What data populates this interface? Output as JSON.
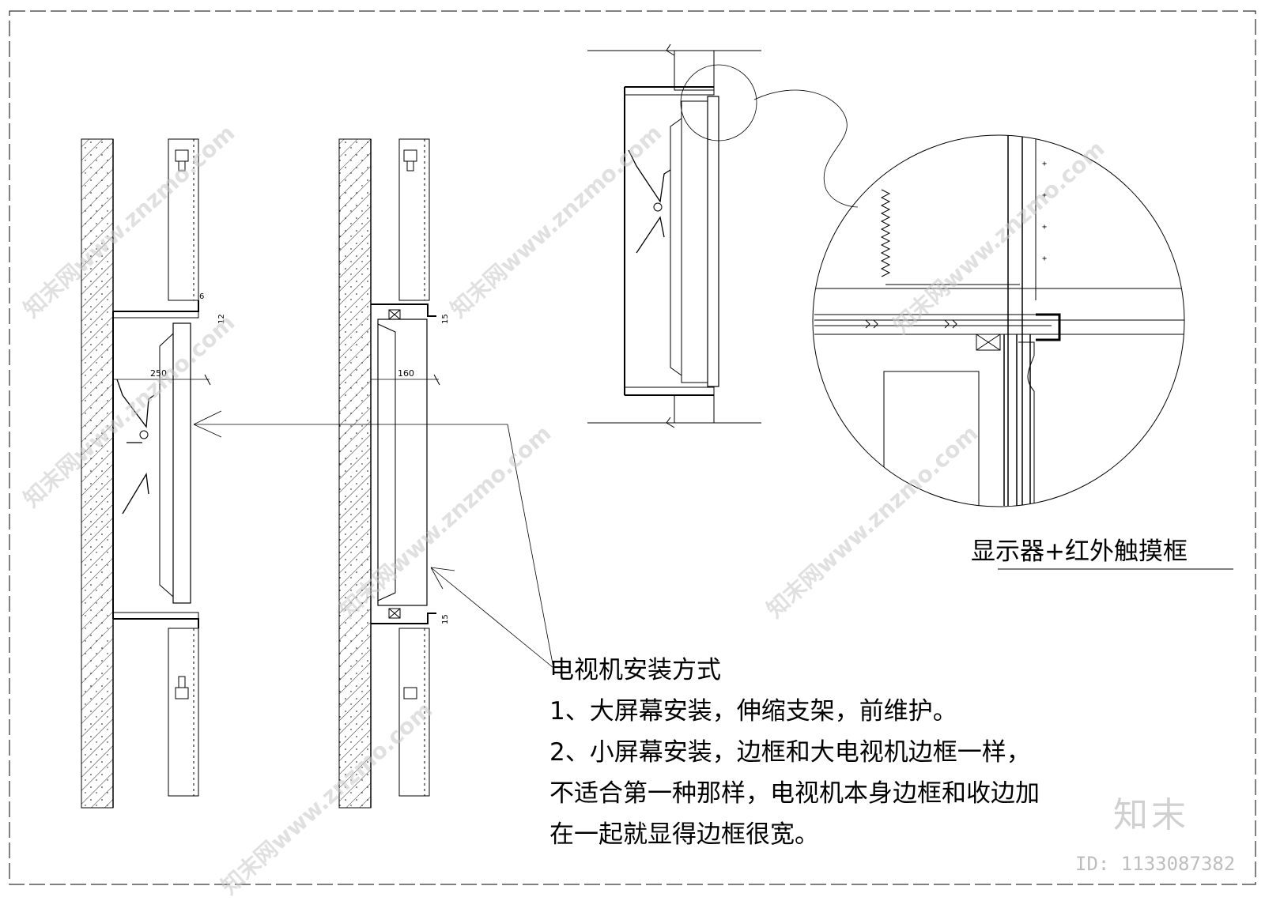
{
  "dimensions": {
    "d250": "250",
    "d160": "160",
    "d6": "6",
    "d12": "12",
    "d15a": "15",
    "d15b": "15"
  },
  "caption": "显示器+红外触摸框",
  "notes": {
    "title": "电视机安装方式",
    "line1": "1、大屏幕安装，伸缩支架，前维护。",
    "line2": "2、小屏幕安装，边框和大电视机边框一样，",
    "line3": "不适合第一种那样，电视机本身边框和收边加",
    "line4": "在一起就显得边框很宽。"
  },
  "watermark": {
    "text": "知末网www.znzmo.com",
    "brand": "知末",
    "id": "ID: 1133087382"
  }
}
